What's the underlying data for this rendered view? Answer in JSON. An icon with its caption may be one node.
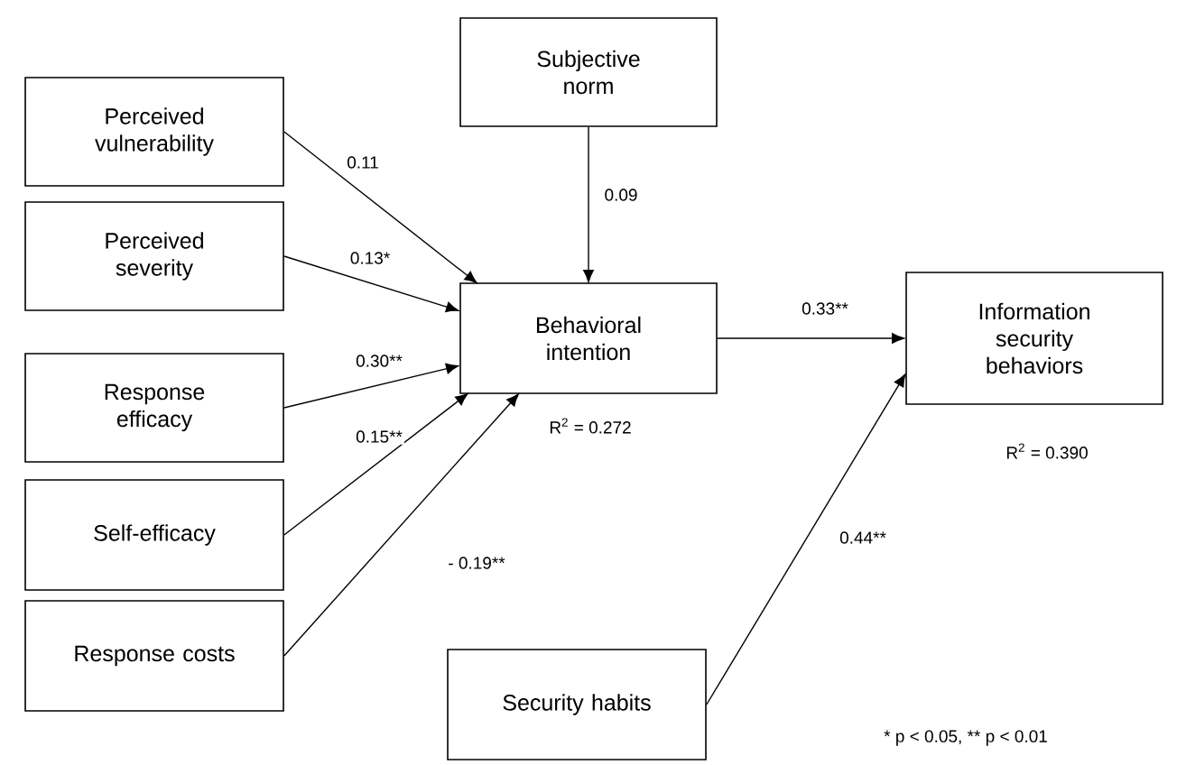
{
  "diagram": {
    "nodes": [
      {
        "text": [
          "Subjective norm"
        ]
      },
      {
        "text": [
          "Perceived vulnerability"
        ]
      },
      {
        "text": [
          "Perceived severity"
        ]
      },
      {
        "text": [
          "Response efficacy"
        ]
      },
      {
        "text": [
          "Self-efficacy"
        ]
      },
      {
        "text": [
          "Response costs"
        ]
      },
      {
        "text": [
          "Behavioral intention"
        ],
        "beside": [
          "R$^{2}$ = 0.272"
        ]
      },
      {
        "text": [
          "Information security behaviors"
        ],
        "beside": [
          "R$^{2}$ = 0.390"
        ]
      },
      {
        "text": [
          "Security habits"
        ]
      }
    ],
    "edges": [
      {
        "from": 1,
        "to": 6,
        "arrow": "to",
        "label": "0.11"
      },
      {
        "from": 2,
        "to": 6,
        "arrow": "to",
        "label": "0.13*"
      },
      {
        "from": 3,
        "to": 6,
        "arrow": "to",
        "label": "0.30**"
      },
      {
        "from": 4,
        "to": 6,
        "arrow": "to",
        "label": "0.15**"
      },
      {
        "from": 5,
        "to": 6,
        "arrow": "to",
        "label": "- 0.19**"
      },
      {
        "from": 0,
        "to": 6,
        "arrow": "to",
        "label": "0.09"
      },
      {
        "from": 6,
        "to": 7,
        "arrow": "to",
        "label": "0.33**"
      },
      {
        "from": 8,
        "to": 7,
        "arrow": "to",
        "label": "0.44**"
      }
    ],
    "labels": [
      "* p < 0.05,   ** p < 0.01"
    ]
  }
}
